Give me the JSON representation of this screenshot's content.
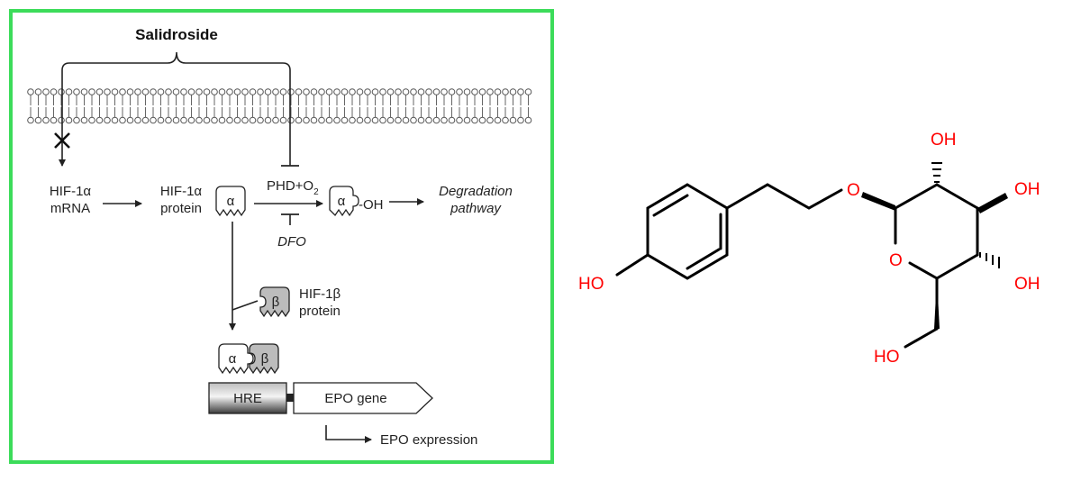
{
  "pathway": {
    "title": "Salidroside",
    "mrna": {
      "line1": "HIF-1α",
      "line2": "mRNA"
    },
    "protein": {
      "line1": "HIF-1α",
      "line2": "protein"
    },
    "phd": {
      "main": "PHD+O",
      "sub": "2"
    },
    "dfo": "DFO",
    "oh_suffix": "-OH",
    "degradation": {
      "line1": "Degradation",
      "line2": "pathway"
    },
    "hif1b": {
      "line1": "HIF-1β",
      "line2": "protein"
    },
    "alpha": "α",
    "beta": "β",
    "hre": "HRE",
    "epo_gene": "EPO gene",
    "epo_expression": "EPO expression"
  },
  "molecule": {
    "labels": {
      "ho_phenol": "HO",
      "o_glycosidic": "O",
      "o_ring": "O",
      "oh_top": "OH",
      "oh_right": "OH",
      "oh_bottom": "OH",
      "ho_ch2": "HO"
    },
    "colors": {
      "heteroatom": "#ff0000",
      "bond": "#000000"
    }
  },
  "colors": {
    "panel_border": "#3cdc5a"
  }
}
